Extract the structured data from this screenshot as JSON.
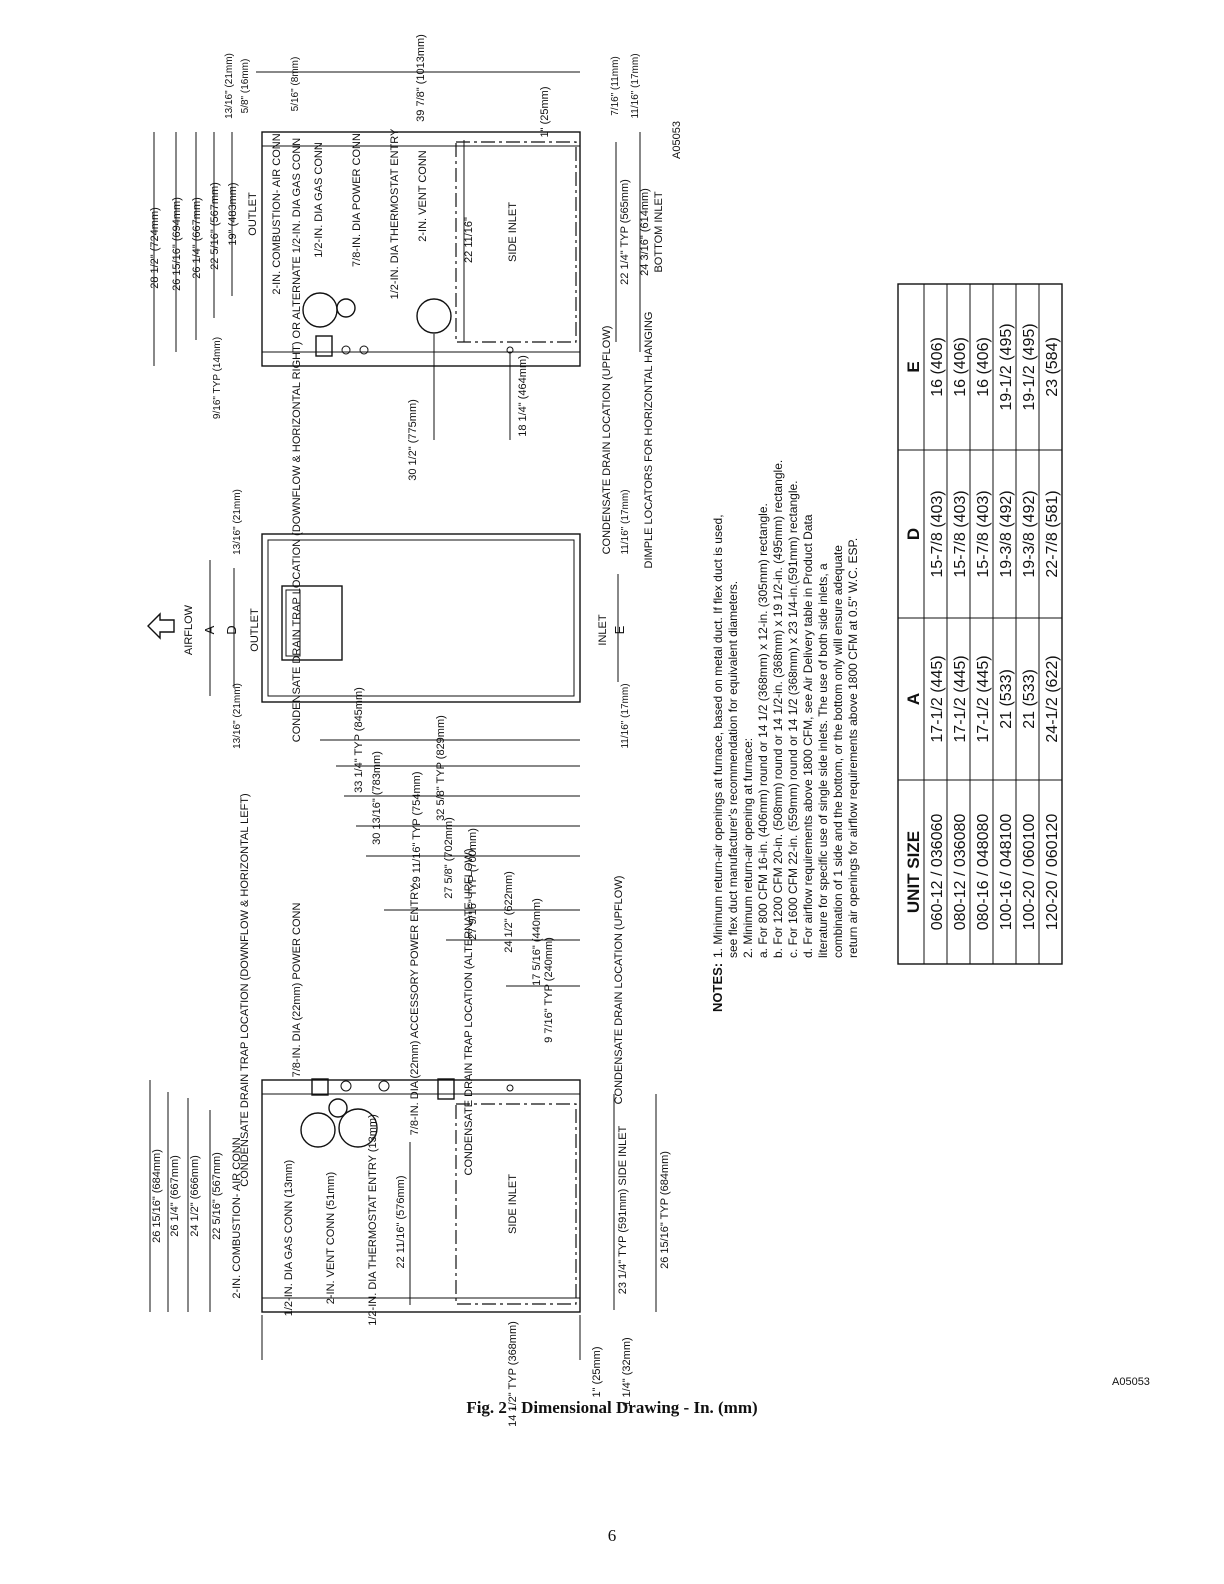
{
  "figure": {
    "caption": "Fig. 2 - Dimensional Drawing - In. (mm)",
    "drawing_code": "A05053",
    "page_number": "6"
  },
  "left_view": {
    "left_dims": [
      "26 15/16\" (684mm)",
      "26 1/4\" (667mm)",
      "24 1/2\" (666mm)",
      "22 5/16\" (567mm)"
    ],
    "conn_labels": [
      "2-IN. COMBUSTION- AIR CONN",
      "1/2-IN. DIA GAS CONN (13mm)",
      "2-IN. VENT CONN (51mm)",
      "1/2-IN. DIA THERMOSTAT ENTRY (13mm)",
      "22 11/16\" (576mm)"
    ],
    "side_inlet": "SIDE INLET",
    "bottom_dims": [
      "14 1/2\" TYP (368mm)",
      "1\" (25mm)",
      "1 1/4\" (32mm)"
    ],
    "right_dims": [
      "23 1/4\" TYP (591mm) SIDE INLET",
      "26 15/16\" TYP (684mm)"
    ],
    "top_labels": [
      "CONDENSATE DRAIN TRAP LOCATION (DOWNFLOW & HORIZONTAL LEFT)",
      "7/8-IN. DIA (22mm) POWER CONN",
      "7/8-IN. DIA (22mm) ACCESSORY POWER ENTRY",
      "CONDENSATE DRAIN TRAP LOCATION (ALTERNATE UPFLOW)",
      "CONDENSATE DRAIN LOCATION (UPFLOW)"
    ],
    "height_dims": [
      "33 1/4\" TYP (845mm)",
      "32 5/8\" TYP (829mm)",
      "30 13/16\" (783mm)",
      "29 11/16\" TYP (754mm)",
      "27 5/8\" (702mm)",
      "27 9/16\" TYP (700mm)",
      "24 1/2\" (622mm)",
      "17 5/16\" (440mm)",
      "9 7/16\" TYP (240mm)"
    ]
  },
  "front_view": {
    "airflow": "AIRFLOW",
    "outlet": "OUTLET",
    "inlet": "INLET",
    "letters": [
      "A",
      "D",
      "E"
    ],
    "offsets": [
      "13/16\" (21mm)",
      "11/16\" (17mm)"
    ]
  },
  "right_view": {
    "left_dims": [
      "28 1/2\" (724mm)",
      "26 15/16\" (694mm)",
      "26 1/4\" (667mm)",
      "22 5/16\" (567mm)",
      "19\" (483mm)"
    ],
    "outlet": "OUTLET",
    "conn_labels": [
      "2-IN. COMBUSTION- AIR CONN",
      "1/2-IN. DIA GAS CONN",
      "7/8-IN. DIA POWER CONN",
      "1/2-IN. DIA THERMOSTAT ENTRY",
      "2-IN. VENT CONN"
    ],
    "top_offsets": [
      "13/16\" (21mm)",
      "5/8\" (16mm)",
      "5/16\" (8mm)",
      "39 7/8\" (1013mm)"
    ],
    "side_inlet": "SIDE INLET",
    "inner_dims": [
      "22 11/16\"",
      "1\" (25mm)",
      "9/16\" TYP (14mm)"
    ],
    "bottom_dims": [
      "22 1/4\" TYP (565mm)",
      "24 3/16\" (614mm)",
      "BOTTOM INLET",
      "7/16\" (11mm)",
      "11/16\" (17mm)"
    ],
    "drain_labels": [
      "CONDENSATE DRAIN TRAP LOCATION (DOWNFLOW & HORIZONTAL RIGHT) OR ALTERNATE 1/2-IN. DIA GAS CONN",
      "CONDENSATE DRAIN LOCATION (UPFLOW)",
      "DIMPLE LOCATORS FOR HORIZONTAL HANGING"
    ],
    "height_dims": [
      "30 1/2\" (775mm)",
      "18 1/4\" (464mm)"
    ]
  },
  "notes": {
    "heading": "NOTES:",
    "lines": [
      "1.  Minimum return-air openings at furnace, based on metal duct. If flex duct is used,",
      "     see flex duct manufacturer's recommendation for equivalent diameters.",
      "2.  Minimum return-air opening at furnace:",
      "     a.  For 800 CFM 16-in. (406mm) round or 14 1/2 (368mm) x 12-in. (305mm) rectangle.",
      "     b.  For 1200 CFM 20-in. (508mm) round or 14 1/2-in. (368mm) x 19 1/2-in. (495mm) rectangle.",
      "     c.  For 1600 CFM 22-in. (559mm) round or 14 1/2 (368mm) x 23 1/4-in.(591mm) rectangle.",
      "     d.  For airflow requirements above 1800 CFM, see Air Delivery table in Product Data",
      "          literature for specific use of single side inlets. The use of both side inlets, a",
      "          combination of 1 side and the bottom, or the bottom only will ensure adequate",
      "          return air openings for airflow requirements above 1800 CFM at 0.5\" W.C. ESP."
    ]
  },
  "table": {
    "headers": [
      "UNIT SIZE",
      "A",
      "D",
      "E"
    ],
    "rows": [
      [
        "060-12 / 036060",
        "17-1/2 (445)",
        "15-7/8 (403)",
        "16 (406)"
      ],
      [
        "080-12 / 036080",
        "17-1/2 (445)",
        "15-7/8 (403)",
        "16 (406)"
      ],
      [
        "080-16 / 048080",
        "17-1/2 (445)",
        "15-7/8 (403)",
        "16 (406)"
      ],
      [
        "100-16 / 048100",
        "21 (533)",
        "19-3/8 (492)",
        "19-1/2 (495)"
      ],
      [
        "100-20 / 060100",
        "21 (533)",
        "19-3/8 (492)",
        "19-1/2 (495)"
      ],
      [
        "120-20 / 060120",
        "24-1/2 (622)",
        "22-7/8 (581)",
        "23 (584)"
      ]
    ]
  }
}
